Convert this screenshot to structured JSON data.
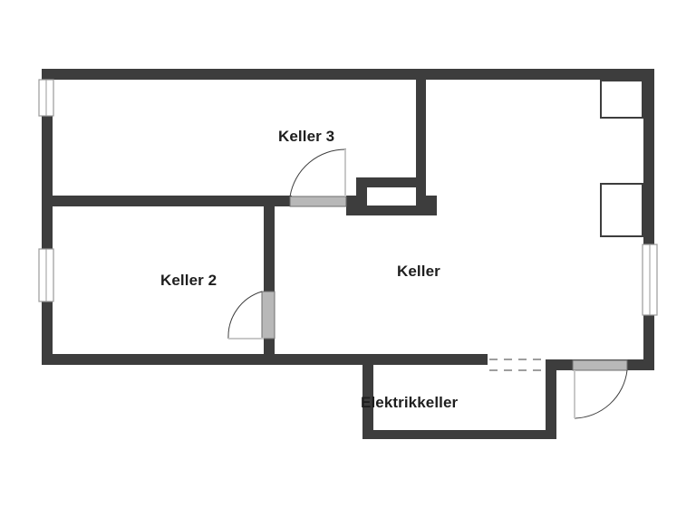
{
  "rooms": {
    "keller_3": "Keller 3",
    "keller_2": "Keller 2",
    "keller": "Keller",
    "elektrikkeller": "Elektrikkeller"
  },
  "colors": {
    "wall": "#3d3d3d",
    "door_leaf": "#b8b8b8",
    "window_frame": "#9a9a9a",
    "background": "#ffffff"
  }
}
